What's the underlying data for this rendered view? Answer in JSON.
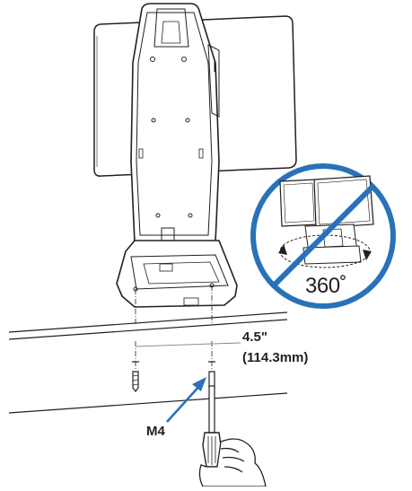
{
  "figure": {
    "dimension_inches": "4.5\"",
    "dimension_mm": "(114.3mm)",
    "screw_label": "M4",
    "rotation_label": "360˚"
  },
  "colors": {
    "line": "#231f20",
    "accent_blue": "#2a72b8",
    "dim_line": "#8e8e8e",
    "panel_fill": "#ffffff"
  }
}
